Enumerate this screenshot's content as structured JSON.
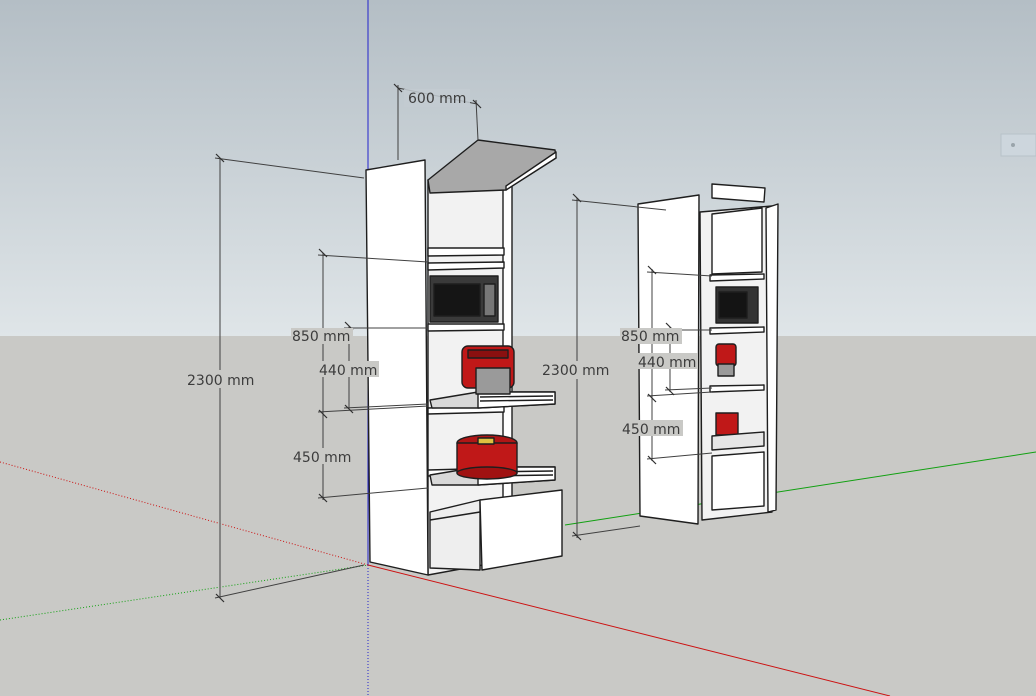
{
  "scene": {
    "colors": {
      "sky_top": "#b4bec5",
      "sky_bottom": "#dde3e6",
      "ground": "#c9c9c6",
      "axis_red": "#d01818",
      "axis_green": "#10a010",
      "axis_blue": "#2020c8",
      "cabinet_face": "#ffffff",
      "cabinet_edge": "#1e1e1e",
      "appliance_red": "#c01818",
      "top_panel": "#a8a8a8"
    },
    "dimensions": {
      "width_top": "600 mm",
      "left_height": "2300 mm",
      "left_850": "850 mm",
      "left_440": "440 mm",
      "left_450": "450 mm",
      "right_height": "2300 mm",
      "right_850": "850 mm",
      "right_440": "440 mm",
      "right_450": "450 mm"
    }
  }
}
